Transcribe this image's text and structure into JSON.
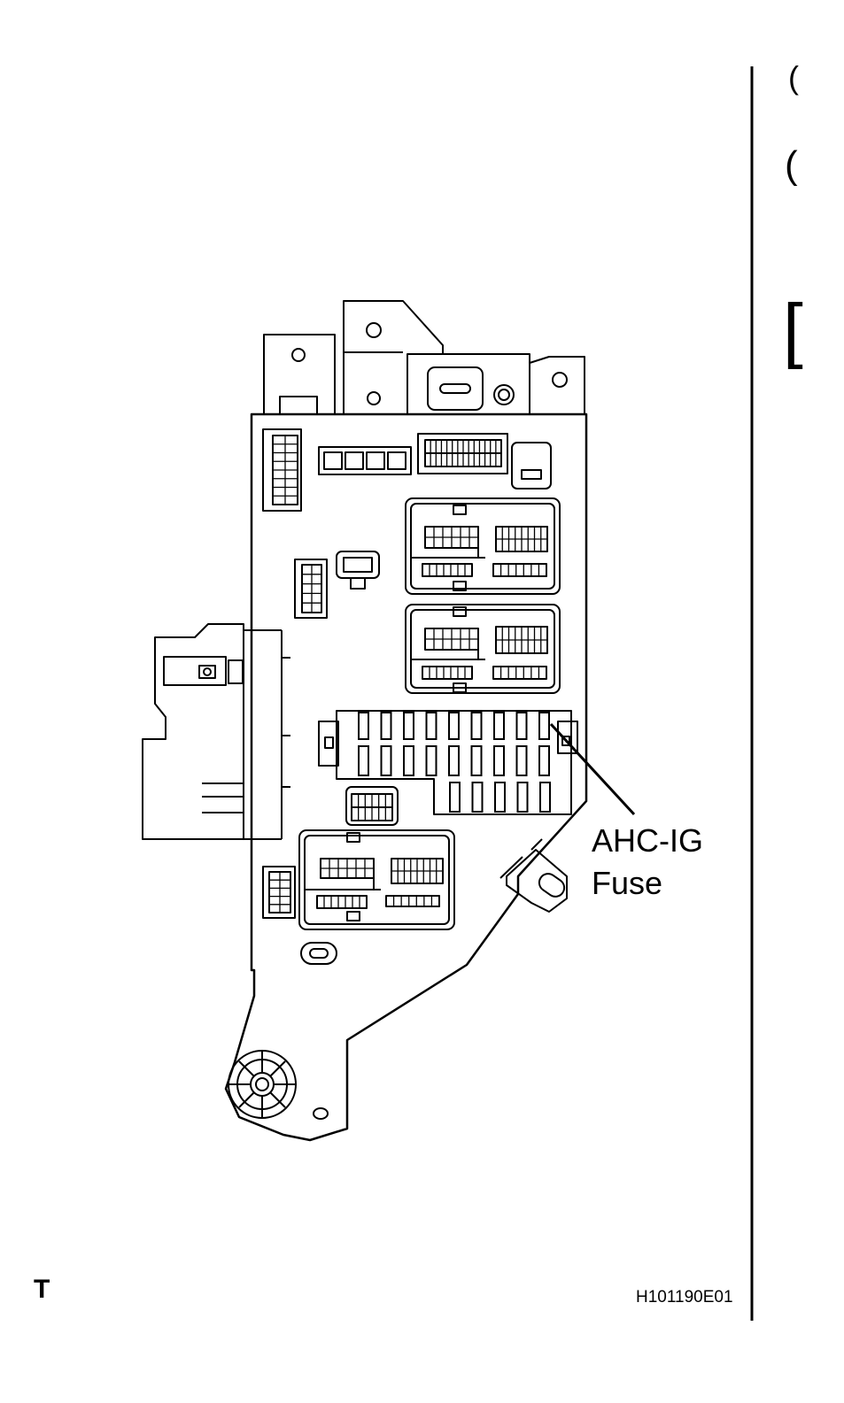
{
  "callout": {
    "line1": "AHC-IG",
    "line2": "Fuse"
  },
  "figure_code": "H101190E01",
  "corner_mark": "T",
  "margin_fragments": [
    "(",
    "(",
    "["
  ],
  "fuse_block": {
    "row_top_count": 9,
    "row_middle_count": 9,
    "row_bottom_count": 5
  },
  "colors": {
    "ink": "#000000",
    "paper": "#ffffff"
  }
}
